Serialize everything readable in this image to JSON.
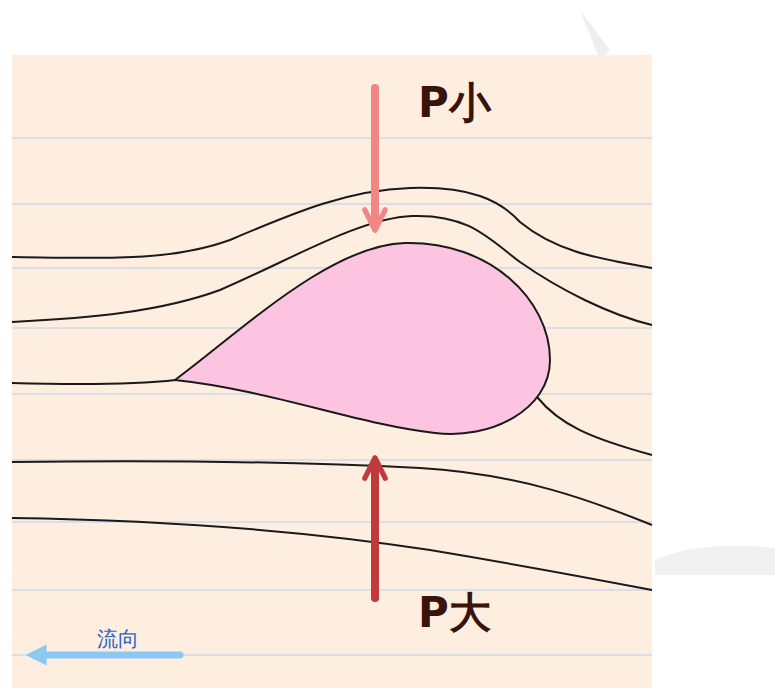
{
  "diagram": {
    "labels": [
      "P小",
      "P大",
      "流向"
    ]
  }
}
